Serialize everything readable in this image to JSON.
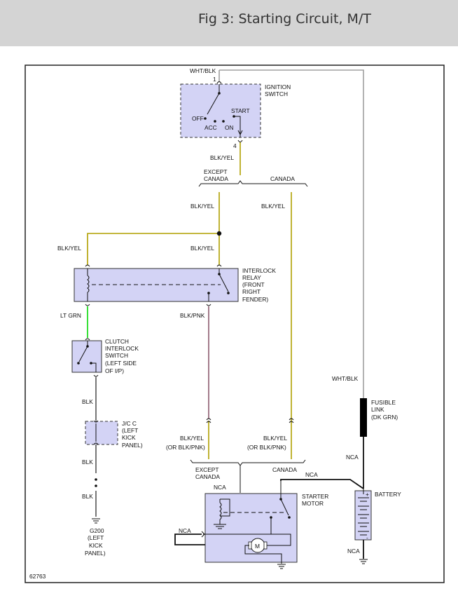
{
  "title": "Fig 3: Starting Circuit, M/T",
  "figure_id": "62763",
  "colors": {
    "wht_blk": "#a0a0a0",
    "blk_yel": "#b0a000",
    "lt_grn": "#22dd22",
    "blk_pnk": "#8c5a6e",
    "blk": "#555555",
    "component_fill": "#d3d3f5"
  },
  "components": {
    "ignition_switch": {
      "label": [
        "IGNITION",
        "SWITCH"
      ],
      "positions": {
        "off": "OFF",
        "acc": "ACC",
        "on": "ON",
        "start": "START"
      },
      "pin_top": "1",
      "pin_bottom": "4"
    },
    "interlock_relay": {
      "label": [
        "INTERLOCK",
        "RELAY",
        "(FRONT",
        "RIGHT",
        "FENDER)"
      ]
    },
    "clutch_interlock_switch": {
      "label": [
        "CLUTCH",
        "INTERLOCK",
        "SWITCH",
        "(LEFT SIDE",
        "OF I/P)"
      ]
    },
    "jc_c": {
      "label": [
        "J/C C",
        "(LEFT",
        "KICK",
        "PANEL)"
      ]
    },
    "ground_g200": {
      "label": [
        "G200",
        "(LEFT",
        "KICK",
        "PANEL)"
      ]
    },
    "fusible_link": {
      "label": [
        "FUSIBLE",
        "LINK",
        "(DK GRN)"
      ]
    },
    "battery": {
      "label": "BATTERY",
      "plus": "+",
      "minus": "-"
    },
    "starter_motor": {
      "label": [
        "STARTER",
        "MOTOR"
      ],
      "motor_symbol": "M"
    }
  },
  "wires": {
    "wht_blk_top": "WHT/BLK",
    "wht_blk_right": "WHT/BLK",
    "blk_yel_ign": "BLK/YEL",
    "except_canada_top": [
      "EXCEPT",
      "CANADA"
    ],
    "canada_top": "CANADA",
    "blk_yel_left_branch": "BLK/YEL",
    "blk_yel_canada": "BLK/YEL",
    "blk_yel_relay_left": "BLK/YEL",
    "blk_yel_relay_mid": "BLK/YEL",
    "lt_grn": "LT GRN",
    "blk_pnk": "BLK/PNK",
    "blk_1": "BLK",
    "blk_2": "BLK",
    "blk_3": "BLK",
    "blk_yel_lower_left": [
      "BLK/YEL",
      "(OR BLK/PNK)"
    ],
    "blk_yel_lower_right": [
      "BLK/YEL",
      "(OR BLK/PNK)"
    ],
    "except_canada_bottom": [
      "EXCEPT",
      "CANADA"
    ],
    "canada_bottom": "CANADA",
    "nca_1": "NCA",
    "nca_2": "NCA",
    "nca_3": "NCA",
    "nca_4": "NCA",
    "nca_5": "NCA"
  }
}
